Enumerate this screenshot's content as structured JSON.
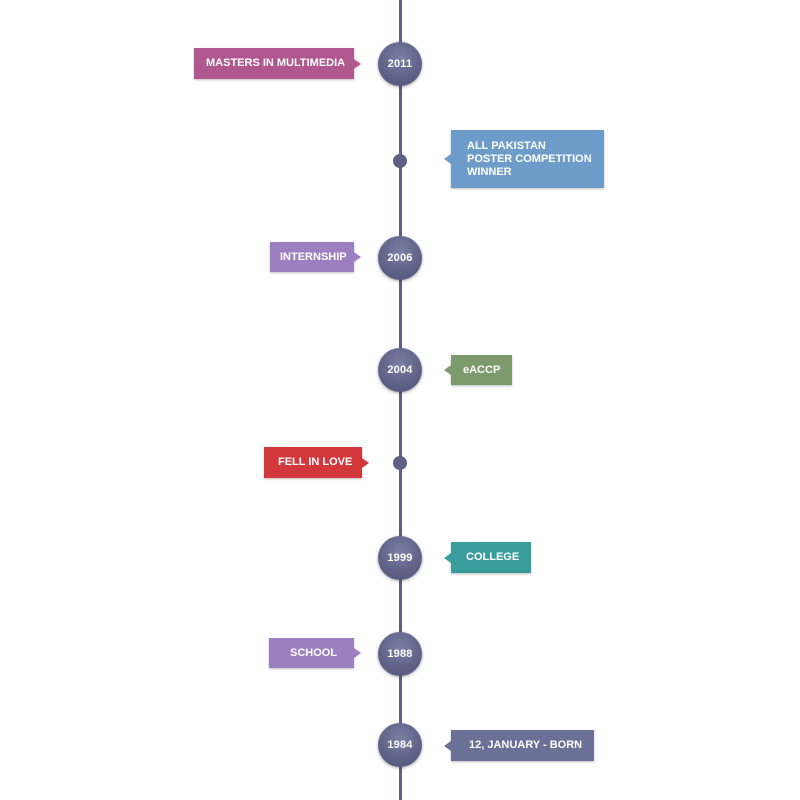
{
  "colors": {
    "line": "#5d6285",
    "masters": "#b0578f",
    "poster": "#6e9cc9",
    "internship": "#9c7fc0",
    "eaccp": "#7c9a6c",
    "love": "#d2373b",
    "college": "#3a9d9d",
    "school": "#9c7fc0",
    "born": "#6b7096"
  },
  "nodes": {
    "y2011": "2011",
    "y2006": "2006",
    "y2004": "2004",
    "y1999": "1999",
    "y1988": "1988",
    "y1984": "1984"
  },
  "events": {
    "masters": "MASTERS IN MULTIMEDIA",
    "poster": "ALL PAKISTAN\nPOSTER COMPETITION\nWINNER",
    "internship": "INTERNSHIP",
    "eaccp": "eACCP",
    "love": "FELL IN LOVE",
    "college": "COLLEGE",
    "school": "SCHOOL",
    "born": "12, JANUARY - BORN"
  }
}
